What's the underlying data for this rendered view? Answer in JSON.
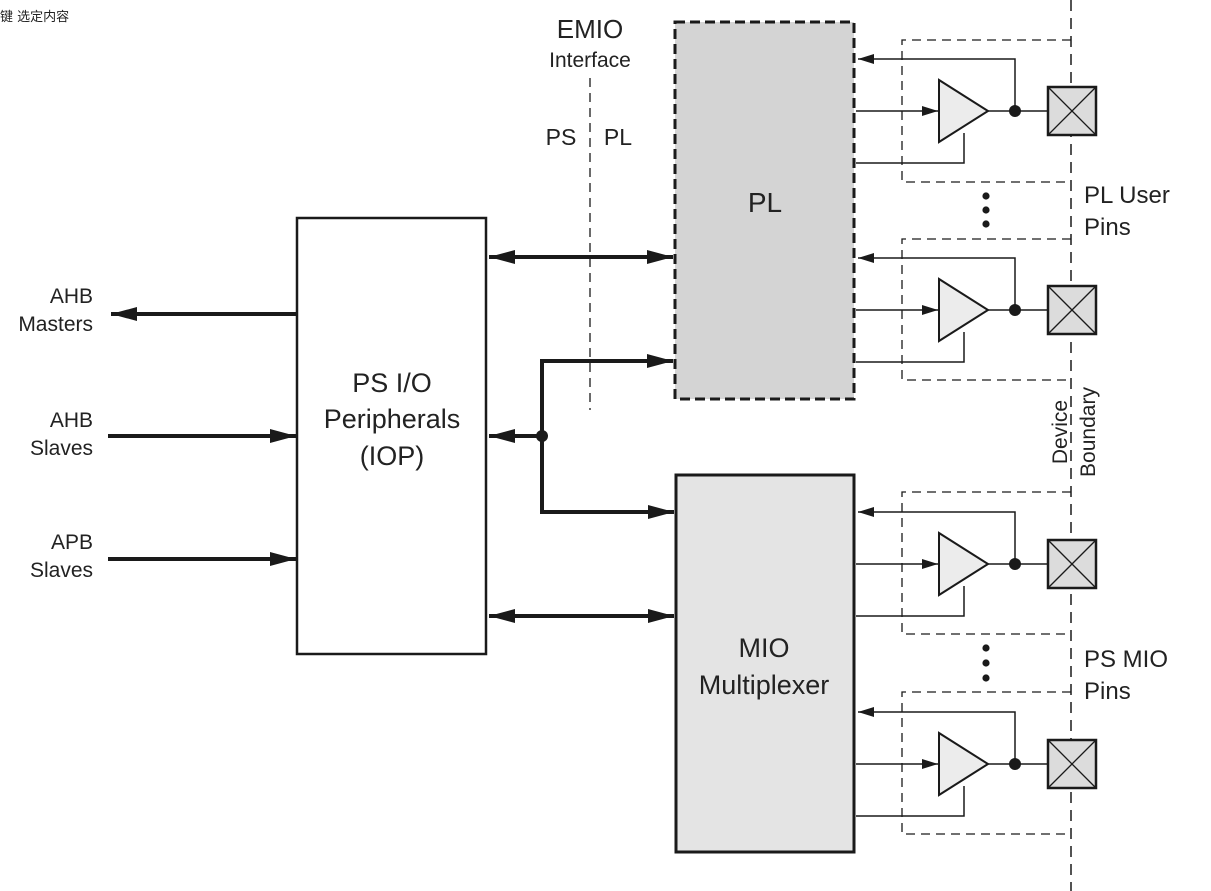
{
  "corner_note": "键 选定内容",
  "emio": {
    "title": "EMIO",
    "subtitle": "Interface",
    "left": "PS",
    "right": "PL"
  },
  "ps_iop": {
    "line1": "PS I/O",
    "line2": "Peripherals",
    "line3": "(IOP)"
  },
  "pl_block": {
    "label": "PL"
  },
  "mio_block": {
    "line1": "MIO",
    "line2": "Multiplexer"
  },
  "bus_labels": {
    "ahb_masters": {
      "line1": "AHB",
      "line2": "Masters"
    },
    "ahb_slaves": {
      "line1": "AHB",
      "line2": "Slaves"
    },
    "apb_slaves": {
      "line1": "APB",
      "line2": "Slaves"
    }
  },
  "pl_user_pins": {
    "line1": "PL User",
    "line2": "Pins"
  },
  "ps_mio_pins": {
    "line1": "PS MIO",
    "line2": "Pins"
  },
  "device_boundary": {
    "line1": "Device",
    "line2": "Boundary"
  },
  "colors": {
    "line": "#1a1a1a",
    "pl_fill": "#d4d4d4",
    "mio_fill": "#e4e4e4",
    "buffer_fill": "#ececec",
    "pad_fill": "#dcdcdc"
  }
}
